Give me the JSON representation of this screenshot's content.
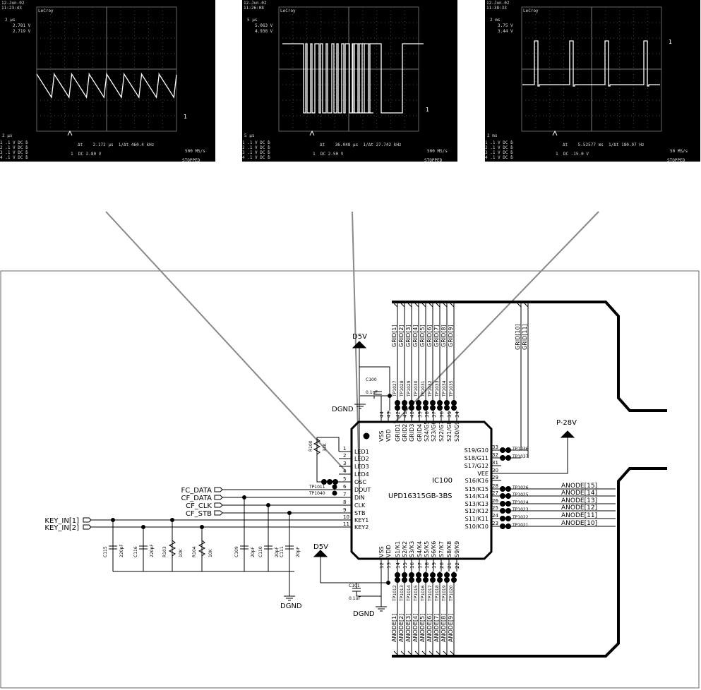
{
  "scopes": [
    {
      "date": "12-Jun-02",
      "time": "11:23:43",
      "brand": "LeCroy",
      "timebase": "2 µs",
      "val1": "2.781 V",
      "val2": "2.719 V",
      "bottom_timebase": "2 µs",
      "ch": [
        "1 .1 V DC ɓ",
        "2 .1 V DC ɓ",
        "3 .1 V DC ɓ",
        "4 .1 V DC ɓ"
      ],
      "delta": "Δt    2.172 µs  1/Δt 460.4 kHz",
      "rate": "500 MS/s",
      "trig": "1  DC 2.80 V",
      "stopped": "STOPPED"
    },
    {
      "date": "12-Jun-02",
      "time": "11:26:08",
      "brand": "LeCroy",
      "timebase": "5 µs",
      "val1": "5.063 V",
      "val2": "4.938 V",
      "bottom_timebase": "5 µs",
      "ch": [
        "1 .1 V DC ɓ",
        "2 .1 V DC ɓ",
        "3 .1 V DC ɓ",
        "4 .1 V DC ɓ"
      ],
      "delta": "Δt    36.048 µs  1/Δt 27.742 kHz",
      "rate": "500 MS/s",
      "trig": "1  DC 2.50 V",
      "stopped": "STOPPED"
    },
    {
      "date": "12-Jun-02",
      "time": "11:38:33",
      "brand": "LeCroy",
      "timebase": "2 ms",
      "val1": "3.75 V",
      "val2": "3.44 V",
      "bottom_timebase": "2 ms",
      "ch": [
        "1 .1 V DC ɓ",
        "2 .1 V DC ɓ",
        "3 .1 V DC ɓ",
        "4 .1 V DC ɓ"
      ],
      "delta": "Δt    5.52577 ms  1/Δt 180.97 Hz",
      "rate": "50 MS/s",
      "trig": "1  DC -15.0 V",
      "stopped": "STOPPED"
    }
  ],
  "ic": {
    "ref": "IC100",
    "part": "UPD16315GB-3BS",
    "left_pins": [
      {
        "num": "1",
        "name": "LED1"
      },
      {
        "num": "2",
        "name": "LED2"
      },
      {
        "num": "3",
        "name": "LED3"
      },
      {
        "num": "4",
        "name": "LED4"
      },
      {
        "num": "5",
        "name": "OSC"
      },
      {
        "num": "6",
        "name": "DOUT"
      },
      {
        "num": "7",
        "name": "DIN"
      },
      {
        "num": "8",
        "name": "CLK"
      },
      {
        "num": "9",
        "name": "STB"
      },
      {
        "num": "10",
        "name": "KEY1"
      },
      {
        "num": "11",
        "name": "KEY2"
      }
    ],
    "top_pins": [
      {
        "num": "44",
        "name": "VSS"
      },
      {
        "num": "43",
        "name": "VDD"
      },
      {
        "num": "42",
        "name": "GRID1"
      },
      {
        "num": "41",
        "name": "GRID2"
      },
      {
        "num": "40",
        "name": "GRID3"
      },
      {
        "num": "39",
        "name": "GRID4"
      },
      {
        "num": "38",
        "name": "S24/G5"
      },
      {
        "num": "37",
        "name": "S23/G6"
      },
      {
        "num": "36",
        "name": "S22/G7"
      },
      {
        "num": "35",
        "name": "S21/G8"
      },
      {
        "num": "34",
        "name": "S20/G9"
      }
    ],
    "right_pins": [
      {
        "num": "33",
        "name": "S19/G10"
      },
      {
        "num": "32",
        "name": "S18/G11"
      },
      {
        "num": "31",
        "name": "S17/G12"
      },
      {
        "num": "30",
        "name": "VEE"
      },
      {
        "num": "29",
        "name": "S16/K16"
      },
      {
        "num": "28",
        "name": "S15/K15"
      },
      {
        "num": "27",
        "name": "S14/K14"
      },
      {
        "num": "26",
        "name": "S13/K13"
      },
      {
        "num": "25",
        "name": "S12/K12"
      },
      {
        "num": "24",
        "name": "S11/K11"
      },
      {
        "num": "23",
        "name": "S10/K10"
      }
    ],
    "bottom_pins": [
      {
        "num": "12",
        "name": "VSS"
      },
      {
        "num": "13",
        "name": "VDD"
      },
      {
        "num": "14",
        "name": "S1/K1"
      },
      {
        "num": "15",
        "name": "S2/K2"
      },
      {
        "num": "16",
        "name": "S3/K3"
      },
      {
        "num": "17",
        "name": "S4/K4"
      },
      {
        "num": "18",
        "name": "S5/K5"
      },
      {
        "num": "19",
        "name": "S6/K6"
      },
      {
        "num": "20",
        "name": "S7/K7"
      },
      {
        "num": "21",
        "name": "S8/K8"
      },
      {
        "num": "22",
        "name": "S9/K9"
      }
    ]
  },
  "grid_nets": [
    "GRID[1]",
    "GRID[2]",
    "GRID[3]",
    "GRID[4]",
    "GRID[5]",
    "GRID[6]",
    "GRID[7]",
    "GRID[8]",
    "GRID[9]"
  ],
  "grid_nets_right": [
    "GRID[10]",
    "GRID[11]"
  ],
  "top_tps": [
    "TP1027",
    "TP1028",
    "TP1029",
    "TP1030",
    "TP1031",
    "TP1032",
    "TP1033",
    "TP1034",
    "TP1035"
  ],
  "right_tps_top": [
    "TP1036",
    "TP1037"
  ],
  "anode_right": [
    {
      "tp": "TP1026",
      "net": "ANODE[15]"
    },
    {
      "tp": "TP1025",
      "net": "ANODE[14]"
    },
    {
      "tp": "TP1024",
      "net": "ANODE[13]"
    },
    {
      "tp": "TP1023",
      "net": "ANODE[12]"
    },
    {
      "tp": "TP1022",
      "net": "ANODE[11]"
    },
    {
      "tp": "TP1021",
      "net": "ANODE[10]"
    }
  ],
  "bottom_tps": [
    "TP1012",
    "TP1013",
    "TP1014",
    "TP1015",
    "TP1016",
    "TP1017",
    "TP1018",
    "TP1019",
    "TP1020"
  ],
  "anode_bottom": [
    "ANODE[1]",
    "ANODE[2]",
    "ANODE[3]",
    "ANODE[4]",
    "ANODE[5]",
    "ANODE[6]",
    "ANODE[7]",
    "ANODE[8]",
    "ANODE[9]"
  ],
  "ports": [
    "FC_DATA",
    "CF_DATA",
    "CF_CLK",
    "CF_STB"
  ],
  "keys": [
    "KEY_IN[1]",
    "KEY_IN[2]"
  ],
  "left_tps": [
    "TP1011",
    "TP1040"
  ],
  "power": {
    "d5v": "D5V",
    "dgnd": "DGND",
    "p28v": "P-28V"
  },
  "parts": {
    "c100": "C100",
    "c100v": "0.1uF",
    "c101": "C101",
    "c101v": "0.1uF",
    "r100": "R100",
    "r100v": "33K",
    "c115": "C115",
    "c115v": "220pF",
    "c116": "C116",
    "c116v": "220pF",
    "r103": "R103",
    "r103v": "10K",
    "r104": "R104",
    "r104v": "10K",
    "c109": "C109",
    "c109v": "20pF",
    "c110": "C110",
    "c110v": "20pF",
    "c111": "C111",
    "c111v": "20pF"
  }
}
